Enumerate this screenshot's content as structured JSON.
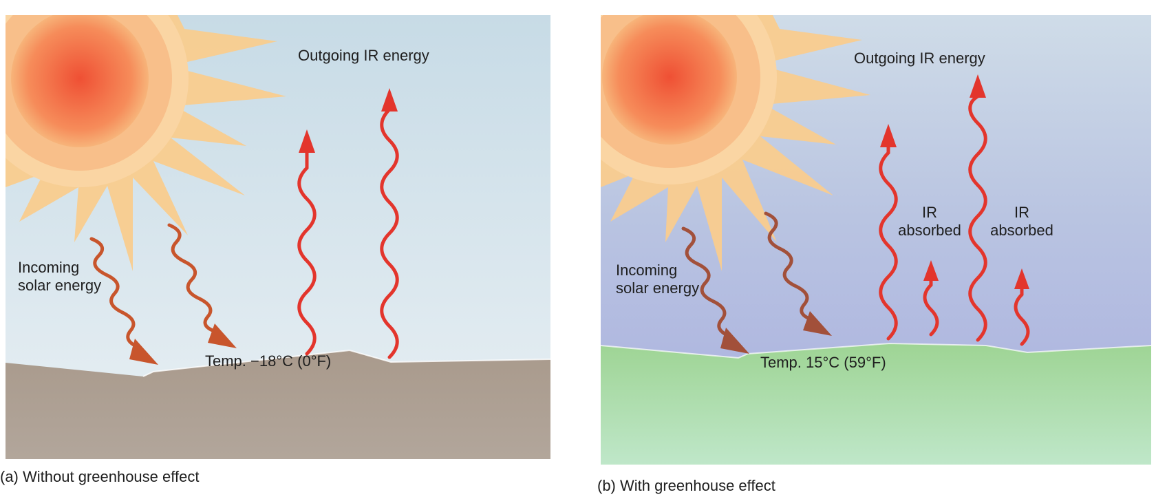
{
  "panel_a": {
    "outgoing_label": "Outgoing IR energy",
    "incoming_label_line1": "Incoming",
    "incoming_label_line2": "solar energy",
    "temp_label": "Temp. −18°C (0°F)",
    "caption": "(a) Without greenhouse effect"
  },
  "panel_b": {
    "outgoing_label": "Outgoing IR energy",
    "incoming_label_line1": "Incoming",
    "incoming_label_line2": "solar energy",
    "ir_absorbed_1_line1": "IR",
    "ir_absorbed_1_line2": "absorbed",
    "ir_absorbed_2_line1": "IR",
    "ir_absorbed_2_line2": "absorbed",
    "temp_label": "Temp. 15°C (59°F)",
    "caption": "(b) With greenhouse effect"
  },
  "colors": {
    "ir_arrow": "#e3352c",
    "solar_arrow": "#c8552c",
    "sun_core": "#f4603a",
    "sun_rays": "#f8c88a",
    "ground_a": "#a99a8e",
    "ground_b": "#9fd49a",
    "sky_a": "#dfeaf1",
    "sky_b": "#b7c3e3"
  }
}
